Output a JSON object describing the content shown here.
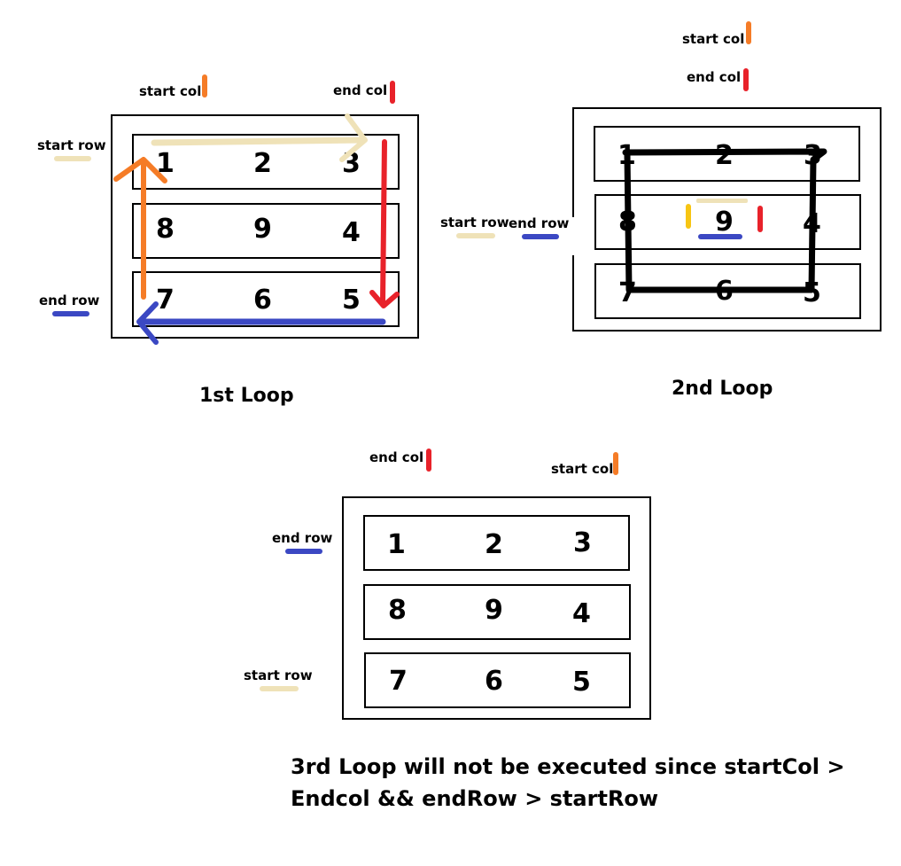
{
  "colors": {
    "start_col": "#f57c27",
    "end_col": "#e8222a",
    "start_row": "#efe2b8",
    "end_row": "#3b48c3",
    "yellow": "#f7c513",
    "outline": "#000000"
  },
  "labels": {
    "start_col": "start col",
    "end_col": "end col",
    "start_row": "start row",
    "end_row": "end row"
  },
  "matrix": [
    [
      "1",
      "2",
      "3"
    ],
    [
      "8",
      "9",
      "4"
    ],
    [
      "7",
      "6",
      "5"
    ]
  ],
  "loops": {
    "first": "1st Loop",
    "second": "2nd Loop"
  },
  "note": {
    "line1": "3rd Loop will not be executed since startCol >",
    "line2": "Endcol && endRow > startRow"
  }
}
